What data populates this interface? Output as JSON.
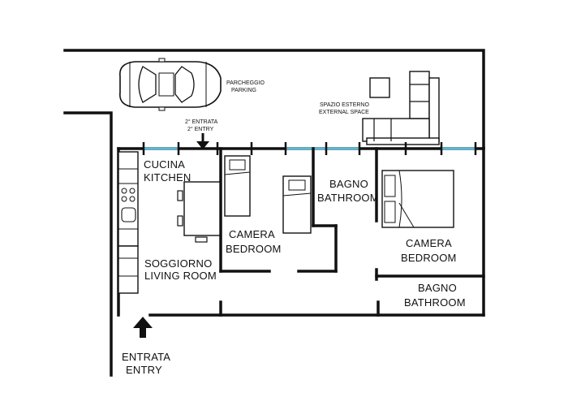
{
  "colors": {
    "wall": "#111111",
    "window": "#5bb8d6",
    "background": "#ffffff"
  },
  "labels": {
    "parking_it": "PARCHEGGIO",
    "parking_en": "PARKING",
    "second_entry_it": "2° ENTRATA",
    "second_entry_en": "2° ENTRY",
    "external_it": "SPAZIO ESTERNO",
    "external_en": "EXTERNAL SPACE",
    "kitchen_it": "CUCINA",
    "kitchen_en": "KITCHEN",
    "bathroom1_it": "BAGNO",
    "bathroom1_en": "BATHROOM",
    "bedroom1_it": "CAMERA",
    "bedroom1_en": "BEDROOM",
    "living_it": "SOGGIORNO",
    "living_en": "LIVING ROOM",
    "bedroom2_it": "CAMERA",
    "bedroom2_en": "BEDROOM",
    "bathroom2_it": "BAGNO",
    "bathroom2_en": "BATHROOM",
    "entry_it": "ENTRATA",
    "entry_en": "ENTRY"
  },
  "icons": {
    "car": "car-icon",
    "entry_arrow": "arrow-up-icon",
    "second_entry_arrow": "arrow-down-icon",
    "sofa": "sectional-sofa-icon",
    "table": "dining-table-icon",
    "bed": "bed-icon",
    "stove": "stove-icon",
    "sink": "sink-icon"
  }
}
